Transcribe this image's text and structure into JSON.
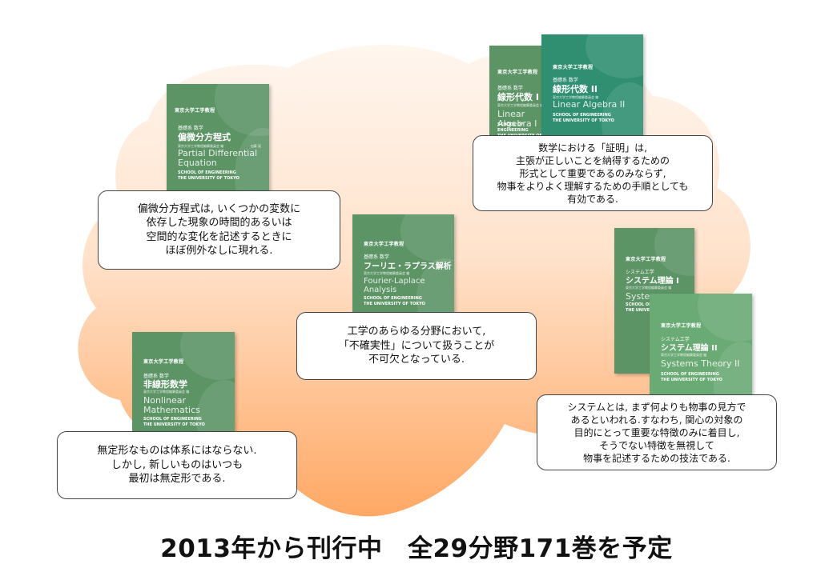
{
  "colors": {
    "cloud_top": "#fff4ec",
    "cloud_bottom": "#ffac6a",
    "book_green": "#5a9264",
    "book_teal": "#2e8c6e",
    "book_light_green": "#6aaa74",
    "text": "#111111"
  },
  "books": {
    "pde": {
      "series": "東京大学工学教程",
      "category": "基礎系 数学",
      "title": "偏微分方程式",
      "publisher": "東京大学工学教程編纂委員会 編",
      "authors": "加藤 晃",
      "english_title": "Partial Differential\nEquation",
      "school": "SCHOOL OF ENGINEERING\nTHE UNIVERSITY OF TOKYO"
    },
    "la1": {
      "series": "東京大学工学教程",
      "category": "基礎系 数学",
      "title": "線形代数 I",
      "publisher": "東京大学工学教程編纂委員会 編",
      "authors": "",
      "english_title": "Linear Algebra I",
      "school": "SCHOOL OF ENGINEERING\nTHE UNIVERSITY OF TOKYO"
    },
    "la2": {
      "series": "東京大学工学教程",
      "category": "基礎系 数学",
      "title": "線形代数 II",
      "publisher": "東京大学工学教程編纂委員会 編",
      "authors": "",
      "english_title": "Linear Algebra II",
      "school": "SCHOOL OF ENGINEERING\nTHE UNIVERSITY OF TOKYO"
    },
    "fourier": {
      "series": "東京大学工学教程",
      "category": "基礎系 数学",
      "title": "フーリエ・ラプラス解析",
      "publisher": "東京大学工学教程編纂委員会 編",
      "authors": "",
      "english_title": "Fourier-Laplace\nAnalysis",
      "school": "SCHOOL OF ENGINEERING\nTHE UNIVERSITY OF TOKYO"
    },
    "sys1": {
      "series": "東京大学工学教程",
      "category": "システム工学",
      "title": "システム理論 I",
      "publisher": "東京大学工学教程編纂委員会 編",
      "authors": "",
      "english_title": "Systems",
      "school": "SCHOOL OF\nTHE UNIVERS"
    },
    "sys2": {
      "series": "東京大学工学教程",
      "category": "システム工学",
      "title": "システム理論 II",
      "publisher": "東京大学工学教程編纂委員会 編",
      "authors": "",
      "english_title": "Systems Theory II",
      "school": "SCHOOL OF ENGINEERING\nTHE UNIVERSITY OF TOKYO"
    },
    "nonlinear": {
      "series": "東京大学工学教程",
      "category": "基礎系 数学",
      "title": "非線形数学",
      "publisher": "東京大学工学教程編纂委員会 編",
      "authors": "",
      "english_title": "Nonlinear\nMathematics",
      "school": "SCHOOL OF ENGINEERING\nTHE UNIVERSITY OF TOKYO"
    }
  },
  "callouts": {
    "pde": {
      "lines": [
        "偏微分方程式は, いくつかの変数に",
        "依存した現象の時間的あるいは",
        "空間的な変化を記述するときに",
        "ほぼ例外なしに現れる."
      ]
    },
    "linear_algebra": {
      "lines": [
        "数学における「証明」は,",
        "主張が正しいことを納得するための",
        "形式として重要であるのみならず,",
        "物事をよりよく理解するための手順としても",
        "有効である."
      ]
    },
    "fourier": {
      "lines": [
        "工学のあらゆる分野において,",
        "「不確実性」について扱うことが",
        "不可欠となっている."
      ]
    },
    "nonlinear": {
      "lines": [
        "無定形なものは体系にはならない.",
        "しかし, 新しいものはいつも",
        "最初は無定形である."
      ]
    },
    "systems": {
      "lines": [
        "システムとは, まず何よりも物事の見方で",
        "あるといわれる.すなわち, 関心の対象の",
        "目的にとって重要な特徴のみに着目し,",
        "そうでない特徴を無視して",
        "物事を記述するための技法である."
      ]
    }
  },
  "footer": {
    "text": "2013年から刊行中　全29分野171巻を予定"
  }
}
